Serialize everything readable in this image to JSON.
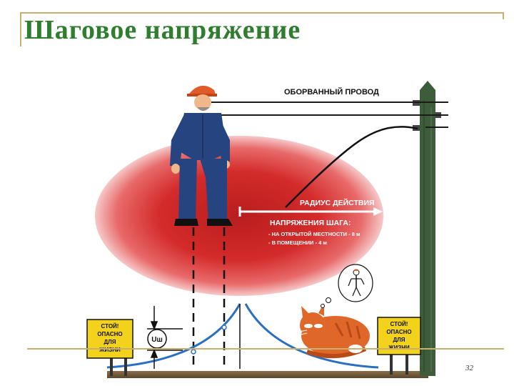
{
  "slide": {
    "title": "Шаговое напряжение",
    "number": "32"
  },
  "diagram": {
    "broken_wire_label": "ОБОРВАННЫЙ ПРОВОД",
    "radius_label": "РАДИУС ДЕЙСТВИЯ",
    "step_voltage_heading": "НАПРЯЖЕНИЯ ШАГА:",
    "step_voltage_outdoor": "- НА ОТКРЫТОЙ МЕСТНОСТИ - 8 м",
    "step_voltage_indoor": "- В ПОМЕЩЕНИИ - 4 м",
    "voltage_symbol": "Uш",
    "sign_left": [
      "СТОЙ!",
      "ОПАСНО",
      "ДЛЯ",
      "ЖИЗНИ"
    ],
    "sign_right": [
      "СТОЙ!",
      "ОПАСНО",
      "ДЛЯ",
      "ЖИЗНИ"
    ],
    "colors": {
      "zone_red": "#d42a2a",
      "worker_suit": "#26447f",
      "helmet": "#e05a2a",
      "pole": "#3d5c3a",
      "sign_yellow": "#f2d21a",
      "curve_blue": "#2a6fc0",
      "cat_orange": "#e0672a",
      "title_green": "#2f7d2f"
    }
  }
}
